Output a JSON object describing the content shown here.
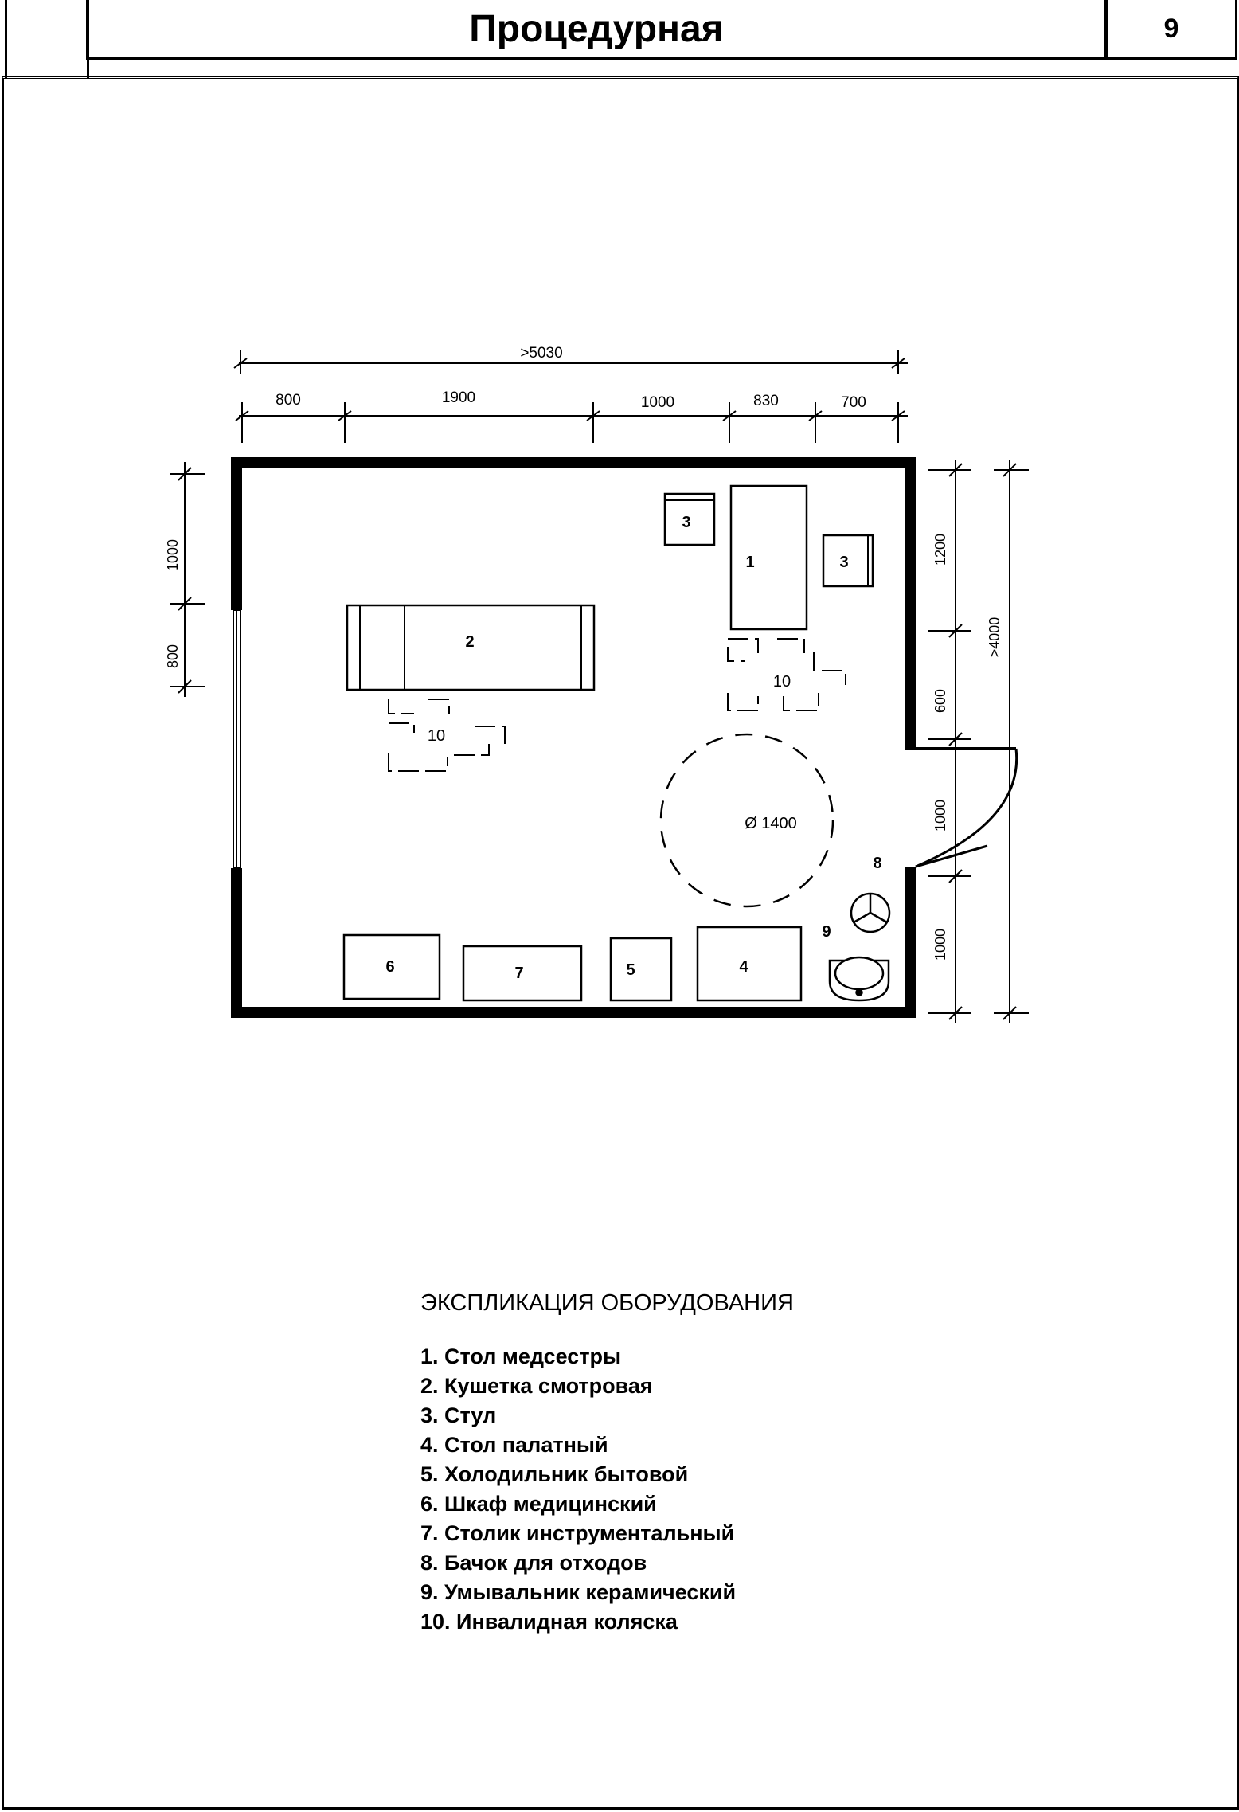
{
  "header": {
    "title": "Процедурная",
    "page_number": "9"
  },
  "plan": {
    "dimensions_top": {
      "overall": ">5030",
      "segments": [
        "800",
        "1900",
        "1000",
        "830",
        "700"
      ]
    },
    "dimensions_left": [
      "1000",
      "800"
    ],
    "dimensions_right": {
      "segments": [
        "1200",
        "600",
        "1000",
        "1000"
      ],
      "overall": ">4000"
    },
    "turning_circle": "Ø 1400",
    "item_numbers": {
      "desk": "1",
      "couch": "2",
      "chair": "3",
      "ward_table": "4",
      "fridge": "5",
      "cabinet": "6",
      "instrument_table": "7",
      "waste_bin": "8",
      "washbasin": "9",
      "wheelchair": "10"
    }
  },
  "legend": {
    "title": "ЭКСПЛИКАЦИЯ ОБОРУДОВАНИЯ",
    "items": [
      "1. Стол медсестры",
      "2. Кушетка смотровая",
      "3. Стул",
      "4. Стол палатный",
      "5. Холодильник бытовой",
      "6. Шкаф медицинский",
      "7. Столик инструментальный",
      "8. Бачок для отходов",
      "9. Умывальник керамический",
      "10. Инвалидная коляска"
    ]
  }
}
